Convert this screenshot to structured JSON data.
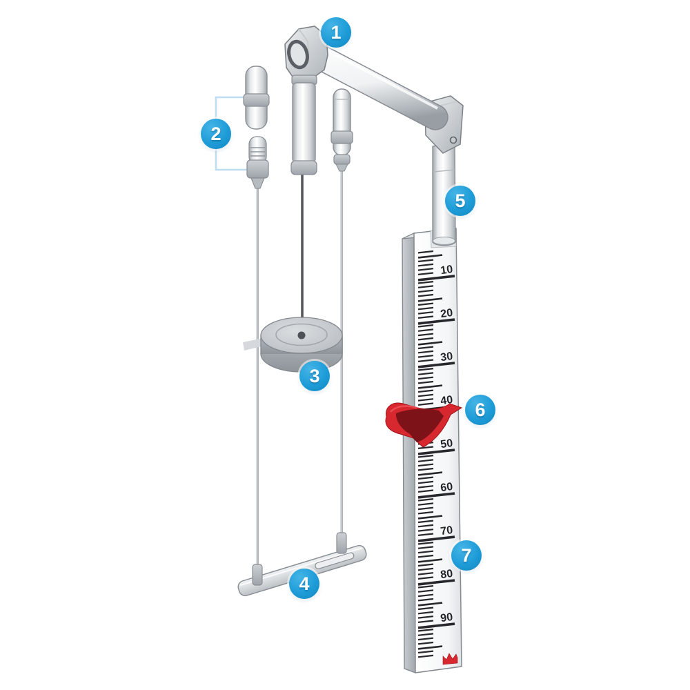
{
  "diagram": {
    "description_numbers_shown": [
      "1",
      "2",
      "3",
      "4",
      "5",
      "6",
      "7"
    ],
    "callouts": [
      {
        "label": "1"
      },
      {
        "label": "2"
      },
      {
        "label": "3"
      },
      {
        "label": "4"
      },
      {
        "label": "5"
      },
      {
        "label": "6"
      },
      {
        "label": "7"
      }
    ],
    "scale": {
      "major_labels": [
        "10",
        "20",
        "30",
        "40",
        "50",
        "60",
        "70",
        "80",
        "90"
      ],
      "minor_ticks_per_major": 10
    },
    "colors": {
      "callout_blue": "#1B9AD5",
      "marker_red": "#D7282F",
      "metal_light": "#F2F4F5",
      "metal_dark": "#9AA0A6",
      "tick_black": "#28282C"
    }
  }
}
